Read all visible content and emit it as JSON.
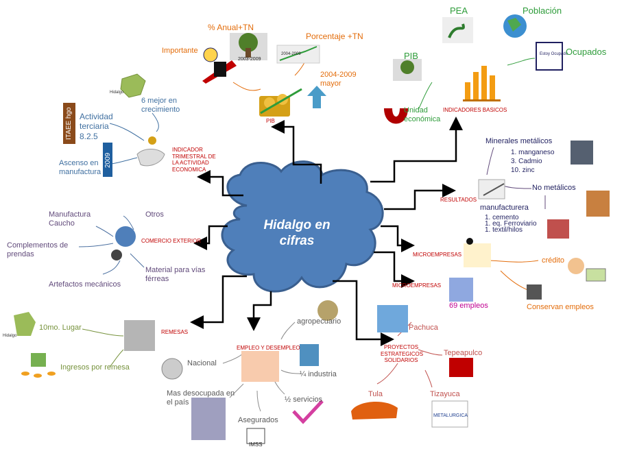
{
  "center": {
    "title_line1": "Hidalgo en",
    "title_line2": "cifras"
  },
  "colors": {
    "cloud": "#4f7fba",
    "cloud_border": "#3a5f8f",
    "connector": "#000000"
  },
  "branches": {
    "pib": {
      "label": "PIB",
      "items": [
        "% Anual+TN",
        "Porcentaje +TN",
        "Importante",
        "2003-2009",
        "2004-2009",
        "2004-2009 mayor"
      ]
    },
    "indicador": {
      "label": "INDICADOR TRIMESTRAL DE LA ACTIVIDAD ECONOMICA",
      "items": [
        "6 mejor en crecimiento",
        "Actividad terciaria 8.2.5",
        "Ascenso en manufactura",
        "ITAEE hgo",
        "2009",
        "Hidalgo"
      ]
    },
    "indicadores_basicos": {
      "label": "INDICADORES BASICOS",
      "items": [
        "PEA",
        "Población",
        "Ocupados",
        "PIB",
        "Unidad económica",
        "Estoy Ocupado"
      ]
    },
    "resultados": {
      "label": "RESULTADOS",
      "items": [
        "Minerales metálicos",
        "1. manganeso",
        "3. Cadmio",
        "10. zinc",
        "No metálicos",
        "manufacturera",
        "1. cemento",
        "1. eq. Ferroviario",
        "1. textil/hilos"
      ]
    },
    "microempresas1": {
      "label": "MICROEMPRESAS",
      "items": [
        "crédito"
      ]
    },
    "microempresas2": {
      "label": "MICROEMPRESAS",
      "items": [
        "69 empleos",
        "Conservan empleos"
      ]
    },
    "comercio": {
      "label": "COMERCIO EXTERIOR",
      "items": [
        "Otros",
        "Manufactura Caucho",
        "Complementos de prendas",
        "Material para vías férreas",
        "Artefactos mecánicos"
      ]
    },
    "remesas": {
      "label": "REMESAS",
      "items": [
        "10mo. Lugar",
        "Ingresos por remesa",
        "Hidalgo"
      ]
    },
    "empleo": {
      "label": "EMPLEO Y DESEMPLEO",
      "items": [
        "agropecuario",
        "Nacional",
        "¼ industria",
        "½ servicios",
        "Mas desocupada en el país",
        "Asegurados",
        "IMSS"
      ]
    },
    "proyectos": {
      "label": "PROYECTOS ESTRATEGICOS SOLIDARIOS",
      "items": [
        "Pachuca",
        "Tepeapulco",
        "Tula",
        "Tizayuca",
        "METALURGICA"
      ]
    }
  }
}
